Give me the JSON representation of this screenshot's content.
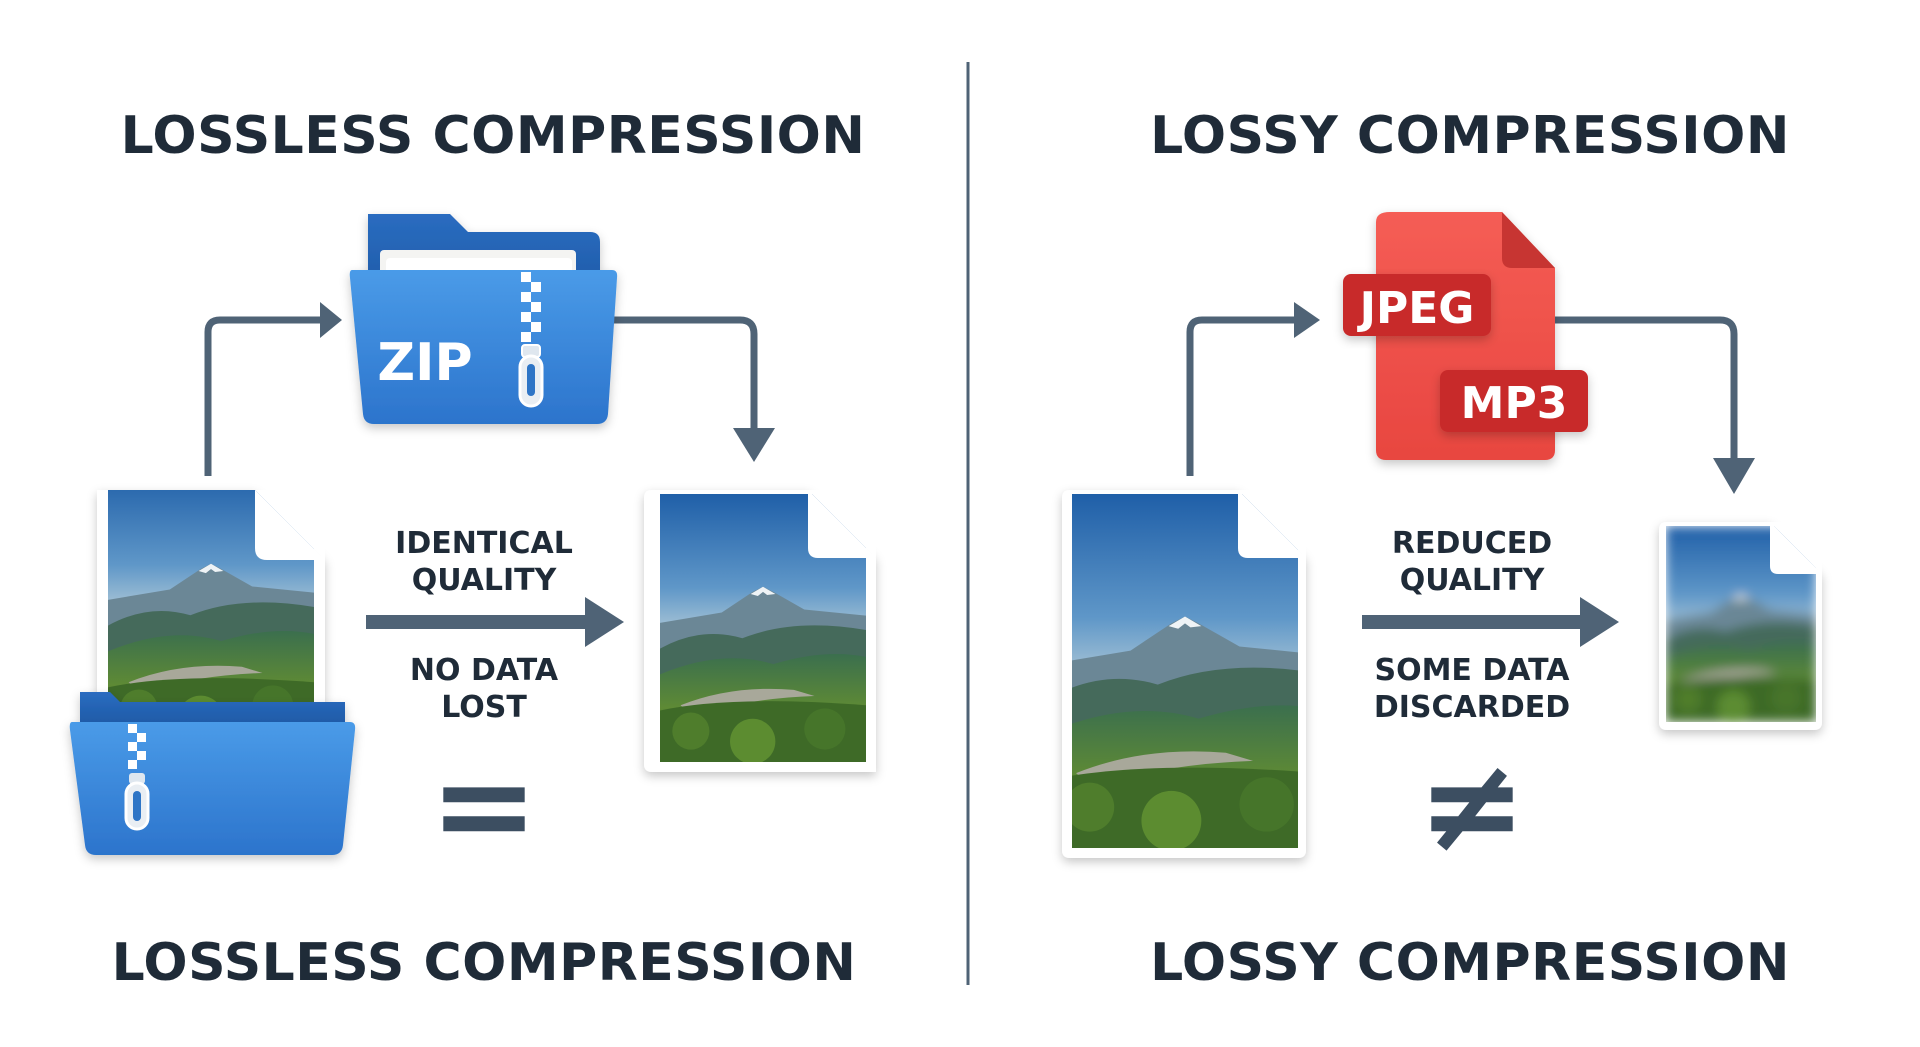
{
  "lossless": {
    "title_top": "LOSSLESS COMPRESSION",
    "title_bottom": "LOSSLESS COMPRESSION",
    "archive_label": "ZIP",
    "quality_line1": "IDENTICAL",
    "quality_line2": "QUALITY",
    "data_line1": "NO DATA",
    "data_line2": "LOST",
    "symbol": "="
  },
  "lossy": {
    "title_top": "LOSSY COMPRESSION",
    "title_bottom": "LOSSY COMPRESSION",
    "format_tag_1": "JPEG",
    "format_tag_2": "MP3",
    "quality_line1": "REDUCED",
    "quality_line2": "QUALITY",
    "data_line1": "SOME DATA",
    "data_line2": "DISCARDED",
    "symbol": "≠"
  },
  "colors": {
    "heading": "#1f2b38",
    "arrow": "#4f6376",
    "divider": "#4f6376",
    "folder_blue": "#2f7fd6",
    "file_red": "#ef4b45",
    "tag_red": "#c82a2a"
  },
  "icons": {
    "zip_folder": "zip-folder-icon",
    "file": "file-icon",
    "media_file": "media-file-icon"
  }
}
